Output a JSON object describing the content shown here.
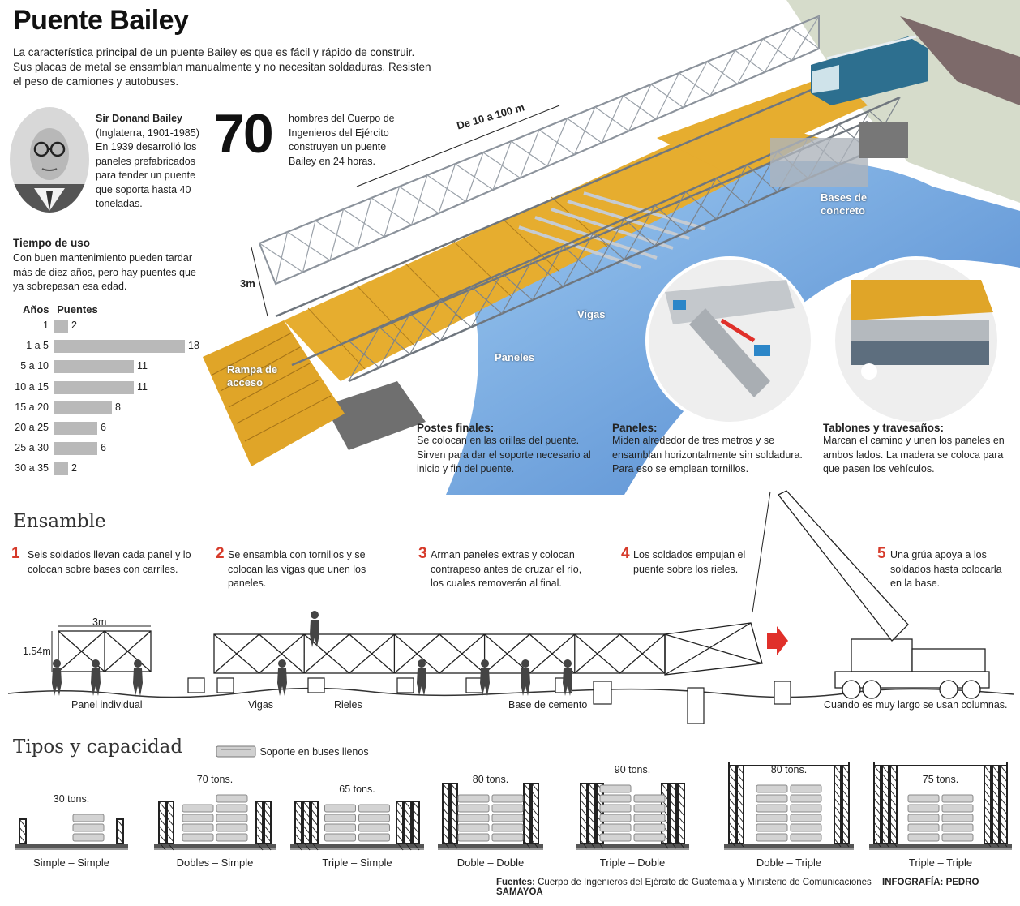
{
  "header": {
    "title": "Puente Bailey",
    "intro": "La característica principal de un puente Bailey es que es fácil y rápido de construir. Sus placas de metal se ensamblan manualmente y no necesitan soldaduras. Resisten el peso de camiones y autobuses."
  },
  "bio": {
    "name": "Sir Donand Bailey",
    "text": "(Inglaterra, 1901-1985) En 1939 desarrolló los paneles prefabricados para tender un puente que soporta hasta 40 toneladas."
  },
  "stat": {
    "number": "70",
    "text": "hombres del Cuerpo de Ingenieros del Ejército construyen un puente Bailey en 24 horas."
  },
  "usage": {
    "heading": "Tiempo de uso",
    "text": "Con buen mantenimiento pueden tardar más de diez años, pero hay puentes que ya sobrepasan esa edad.",
    "col_years": "Años",
    "col_bridges": "Puentes"
  },
  "chart_data": {
    "type": "bar",
    "orientation": "horizontal",
    "categories": [
      "1",
      "1 a 5",
      "5 a 10",
      "10 a 15",
      "15 a 20",
      "20 a 25",
      "25 a 30",
      "30 a 35"
    ],
    "values": [
      2,
      18,
      11,
      11,
      8,
      6,
      6,
      2
    ],
    "title": "",
    "xlabel": "Puentes",
    "ylabel": "Años",
    "bar_color": "#b9b9b9"
  },
  "bridge": {
    "span": "De 10 a 100 m",
    "height": "3m",
    "ramp": "Rampa de acceso",
    "bases": "Bases de concreto",
    "beams": "Vigas",
    "panels": "Paneles"
  },
  "callouts": [
    {
      "title": "Postes finales:",
      "text": "Se colocan en las orillas del puente. Sirven para dar el soporte necesario al inicio y fin del puente."
    },
    {
      "title": "Paneles:",
      "text": "Miden alrededor de tres metros y se ensamblan horizontalmente sin soldadura. Para eso se emplean tornillos."
    },
    {
      "title": "Tablones y travesaños:",
      "text": "Marcan el camino y unen los paneles en ambos lados. La madera se coloca para que pasen los vehículos."
    }
  ],
  "assembly": {
    "heading": "Ensamble",
    "steps": [
      {
        "n": "1",
        "text": "Seis soldados llevan cada panel y lo colocan sobre bases con carriles."
      },
      {
        "n": "2",
        "text": "Se ensambla con tornillos y se colocan las vigas que unen los paneles."
      },
      {
        "n": "3",
        "text": "Arman paneles extras y colocan contrapeso antes de cruzar el río, los cuales removerán al final."
      },
      {
        "n": "4",
        "text": "Los soldados empujan el puente sobre los rieles."
      },
      {
        "n": "5",
        "text": "Una grúa apoya a los soldados hasta colocarla en la base."
      }
    ],
    "dim_width": "3m",
    "dim_height": "1.54m",
    "labels": {
      "panel": "Panel individual",
      "beams": "Vigas",
      "rails": "Rieles",
      "base": "Base de cemento",
      "columns": "Cuando es muy largo se usan columnas."
    }
  },
  "types": {
    "heading": "Tipos y capacidad",
    "legend": "Soporte en buses llenos",
    "items": [
      {
        "name": "Simple – Simple",
        "tons": "30 tons."
      },
      {
        "name": "Dobles – Simple",
        "tons": "70 tons."
      },
      {
        "name": "Triple – Simple",
        "tons": "65 tons."
      },
      {
        "name": "Doble – Doble",
        "tons": "80 tons."
      },
      {
        "name": "Triple – Doble",
        "tons": "90 tons."
      },
      {
        "name": "Doble – Triple",
        "tons": "80 tons."
      },
      {
        "name": "Triple – Triple",
        "tons": "75 tons."
      }
    ]
  },
  "footer": {
    "sources_label": "Fuentes:",
    "sources": "Cuerpo de Ingenieros del Ejército de Guatemala y Ministerio de Comunicaciones",
    "credit": "INFOGRAFÍA: PEDRO SAMAYOA"
  },
  "colors": {
    "accent_red": "#d63a2a",
    "wood": "#e0a528",
    "steel": "#b8bcc2",
    "water": "#3d7fd0"
  }
}
